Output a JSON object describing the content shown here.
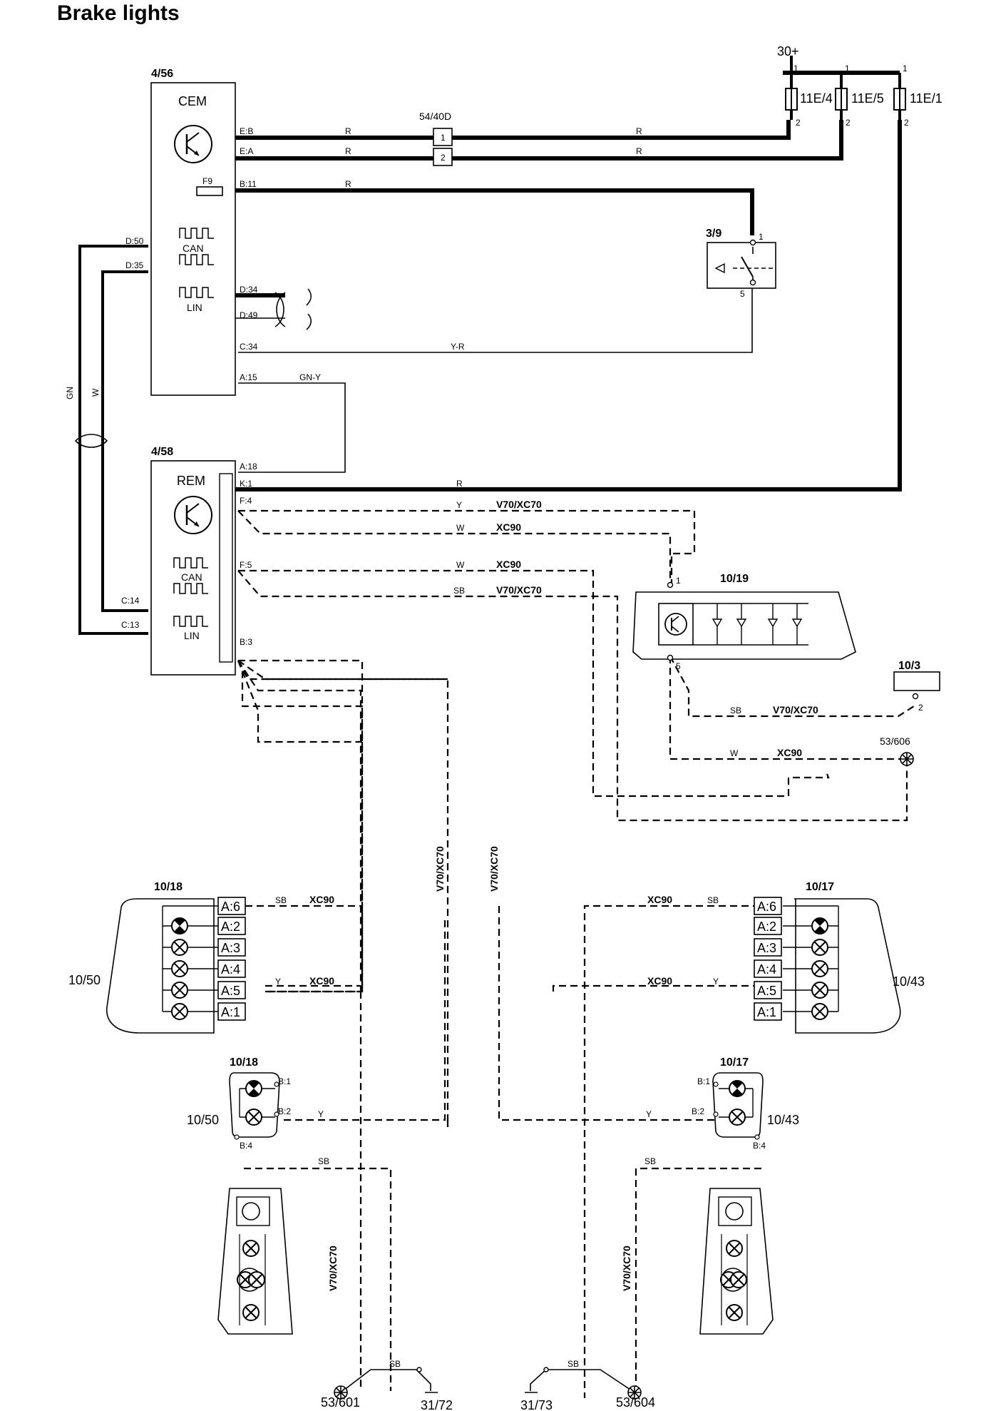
{
  "title": "Brake lights",
  "supply": {
    "label": "30+",
    "pin": "1"
  },
  "fuses": [
    {
      "id": "11E/4",
      "pin_in": "1",
      "pin_out": "2"
    },
    {
      "id": "11E/5",
      "pin_in": "1",
      "pin_out": "2"
    },
    {
      "id": "11E/1",
      "pin_in": "1",
      "pin_out": "2"
    }
  ],
  "cem": {
    "ref": "4/56",
    "name": "CEM",
    "fuse_label": "F9",
    "can_label": "CAN",
    "lin_label": "LIN",
    "pins": {
      "eb": "E:B",
      "ea": "E:A",
      "b11": "B:11",
      "d50": "D:50",
      "d35": "D:35",
      "d34": "D:34",
      "d49": "D:49",
      "c34": "C:34",
      "a15": "A:15"
    }
  },
  "rem": {
    "ref": "4/58",
    "name": "REM",
    "can_label": "CAN",
    "lin_label": "LIN",
    "pins": {
      "a18": "A:18",
      "k1": "K:1",
      "f4": "F:4",
      "f5": "F:5",
      "b3": "B:3",
      "c14": "C:14",
      "c13": "C:13"
    }
  },
  "connector": {
    "ref": "54/40D",
    "pin1": "1",
    "pin2": "2"
  },
  "switch": {
    "ref": "3/9",
    "pin1": "1",
    "pin5": "5"
  },
  "high_brake_light": {
    "ref": "10/19",
    "pin1": "1",
    "pin5": "5"
  },
  "ground_point_103": {
    "ref": "10/3",
    "pin": "2"
  },
  "ground_606": "53/606",
  "wire_colors": {
    "R": "R",
    "Y_R": "Y-R",
    "GN_Y": "GN-Y",
    "GN": "GN",
    "W": "W",
    "Y": "Y",
    "SB": "SB"
  },
  "variants": {
    "v70xc70": "V70/XC70",
    "xc90": "XC90"
  },
  "lamp_left": {
    "ref": "10/18",
    "side_ref": "10/50",
    "pins": [
      "A:6",
      "A:2",
      "A:3",
      "A:4",
      "A:5",
      "A:1"
    ]
  },
  "lamp_right": {
    "ref": "10/17",
    "side_ref": "10/43",
    "pins": [
      "A:6",
      "A:2",
      "A:3",
      "A:4",
      "A:5",
      "A:1"
    ]
  },
  "small_lamp_left": {
    "ref": "10/18",
    "side_ref": "10/50",
    "pins": [
      "B:1",
      "B:2",
      "B:4"
    ]
  },
  "small_lamp_right": {
    "ref": "10/17",
    "side_ref": "10/43",
    "pins": [
      "B:1",
      "B:2",
      "B:4"
    ]
  },
  "grounds": {
    "g601": "53/601",
    "g604": "53/604",
    "g7272": "31/72",
    "g7373": "31/73"
  },
  "colors": {
    "line": "#000000",
    "background": "#ffffff"
  }
}
